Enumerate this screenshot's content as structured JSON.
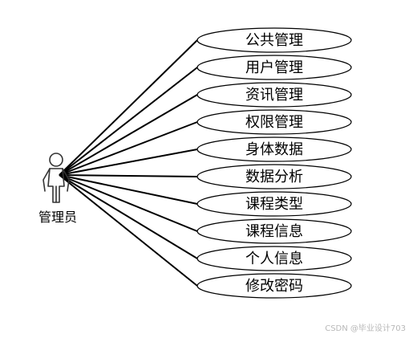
{
  "actor": {
    "label": "管理员"
  },
  "use_cases": [
    {
      "label": "公共管理"
    },
    {
      "label": "用户管理"
    },
    {
      "label": "资讯管理"
    },
    {
      "label": "权限管理"
    },
    {
      "label": "身体数据"
    },
    {
      "label": "数据分析"
    },
    {
      "label": "课程类型"
    },
    {
      "label": "课程信息"
    },
    {
      "label": "个人信息"
    },
    {
      "label": "修改密码"
    }
  ],
  "watermark": "CSDN @毕业设计703"
}
